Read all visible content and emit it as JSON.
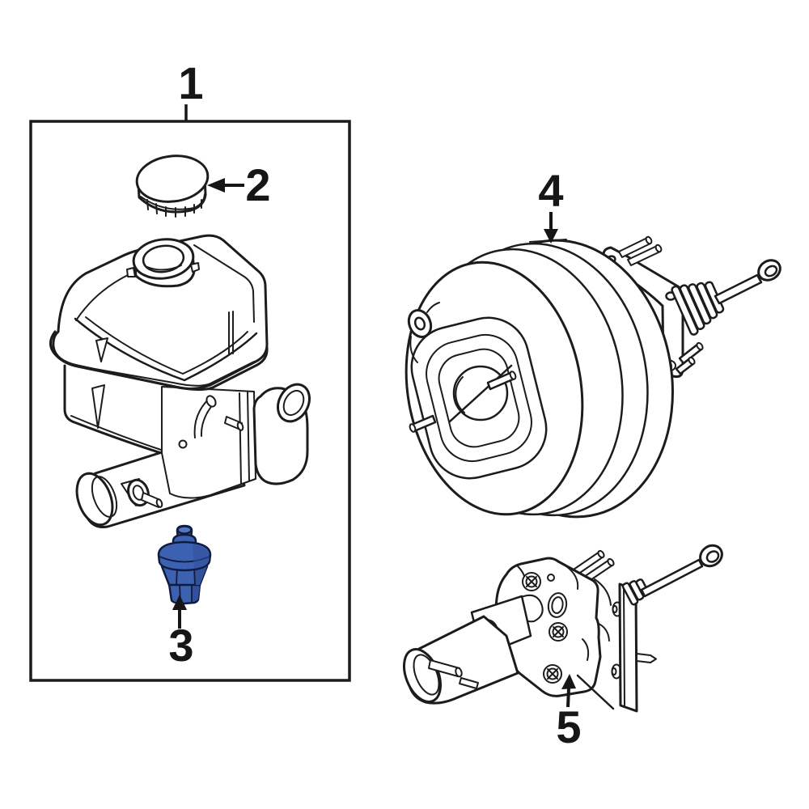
{
  "diagram": {
    "type": "automotive-parts-exploded-diagram",
    "subject": "Brake hydraulics: master cylinder assembly, reservoir cap, fluid level sensor, vacuum brake booster, hydro-boost unit",
    "background": "#ffffff",
    "line_color": "#1c1c1c",
    "highlight_fill": "#3c61b0",
    "highlight_fill_dark": "#32519c",
    "highlight_fill_light": "#5377c5",
    "highlight_stroke": "#101c3f",
    "callouts": [
      {
        "number": "1",
        "part": "brake-master-cylinder-assembly",
        "highlighted": false
      },
      {
        "number": "2",
        "part": "reservoir-cap",
        "highlighted": false
      },
      {
        "number": "3",
        "part": "fluid-level-sensor",
        "highlighted": true
      },
      {
        "number": "4",
        "part": "vacuum-brake-booster",
        "highlighted": false
      },
      {
        "number": "5",
        "part": "hydro-boost-power-unit",
        "highlighted": false
      }
    ]
  }
}
